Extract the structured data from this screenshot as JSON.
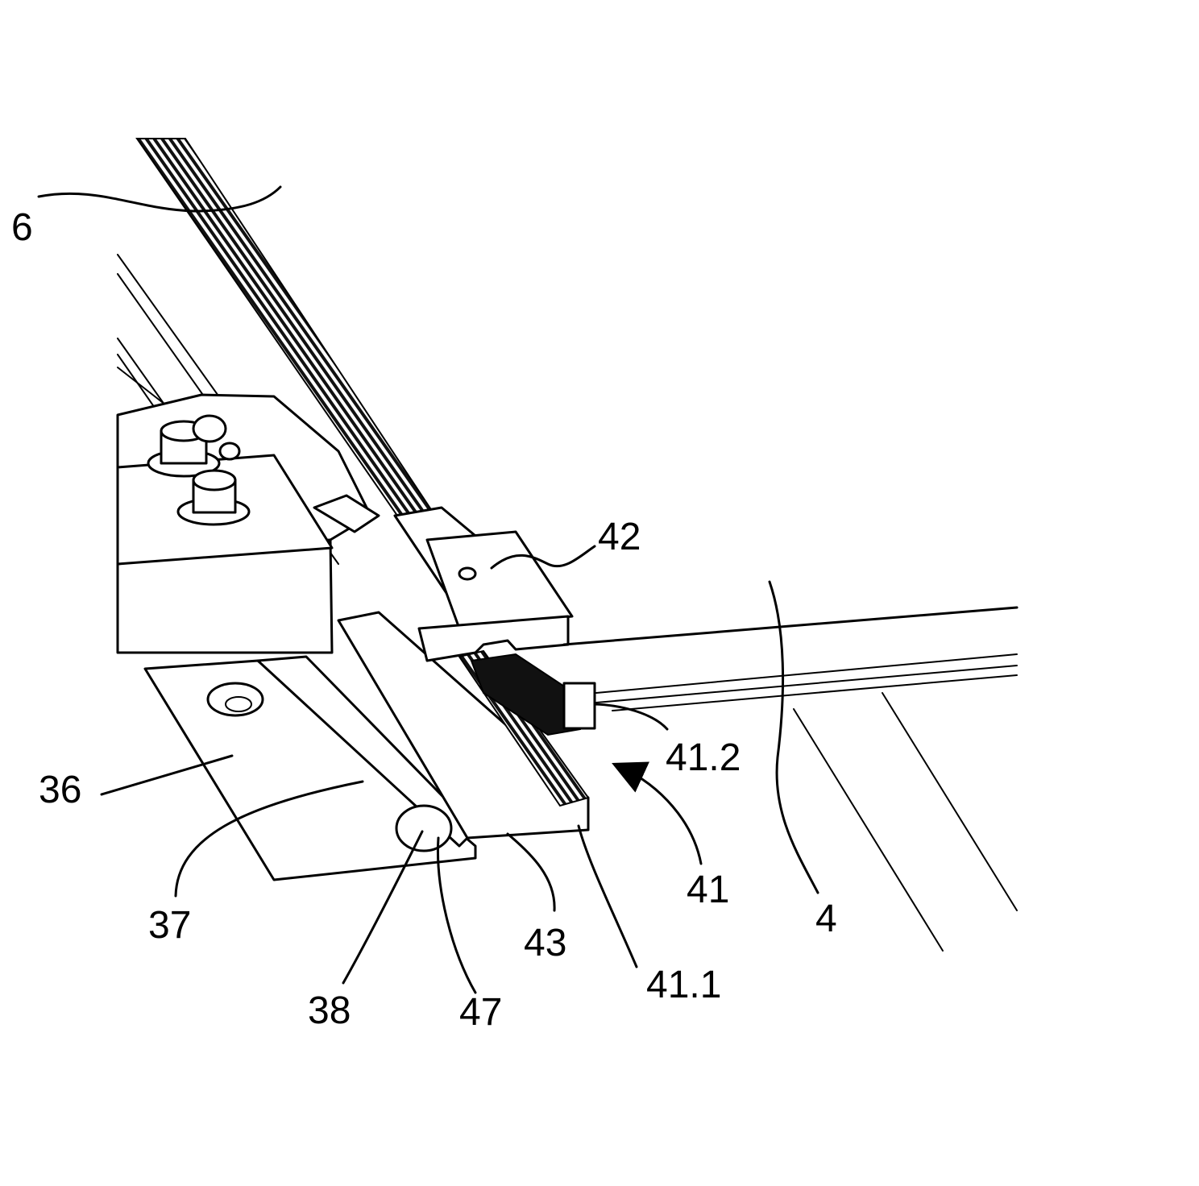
{
  "figure": {
    "labels": {
      "l6": "6",
      "l42": "42",
      "l41_2": "41.2",
      "l36": "36",
      "l41": "41",
      "l4": "4",
      "l37": "37",
      "l43": "43",
      "l41_1": "41.1",
      "l38": "38",
      "l47": "47"
    }
  }
}
